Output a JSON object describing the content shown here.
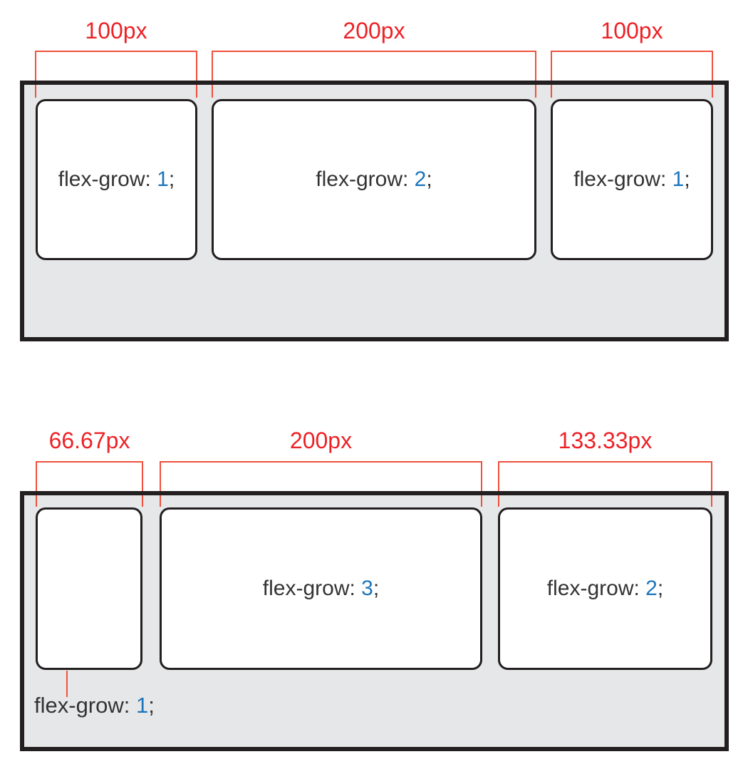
{
  "colors": {
    "label_red": "#ec2227",
    "line_red": "#f0503d",
    "value_blue": "#1b75bc",
    "border_black": "#231f20",
    "container_gray": "#e6e7e8",
    "box_white": "#ffffff",
    "text_dark": "#333333"
  },
  "diagram1": {
    "measurements": [
      "100px",
      "200px",
      "100px"
    ],
    "boxes": [
      {
        "prefix": "flex-grow: ",
        "value": "1",
        "suffix": ";"
      },
      {
        "prefix": "flex-grow: ",
        "value": "2",
        "suffix": ";"
      },
      {
        "prefix": "flex-grow: ",
        "value": "1",
        "suffix": ";"
      }
    ]
  },
  "diagram2": {
    "measurements": [
      "66.67px",
      "200px",
      "133.33px"
    ],
    "boxes": [
      {
        "prefix": "flex-grow: ",
        "value": "3",
        "suffix": ";"
      },
      {
        "prefix": "flex-grow: ",
        "value": "2",
        "suffix": ";"
      }
    ],
    "outside_label": {
      "prefix": "flex-grow: ",
      "value": "1",
      "suffix": ";"
    }
  }
}
